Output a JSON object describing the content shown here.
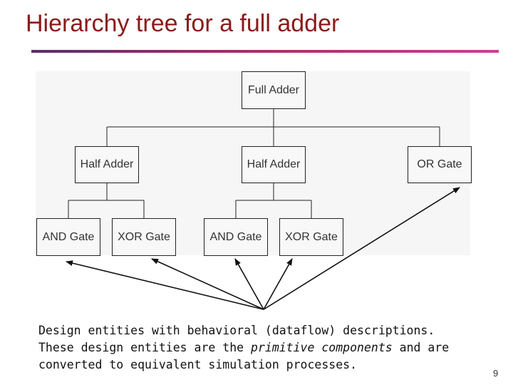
{
  "slide": {
    "title": "Hierarchy tree for a full adder",
    "page_number": "9",
    "accent_colors": {
      "title": "#8b1a1a",
      "rule_start": "#5b2c6f",
      "rule_end": "#cc3d9a"
    }
  },
  "tree": {
    "root": "Full Adder",
    "level1": [
      "Half Adder",
      "Half Adder",
      "OR Gate"
    ],
    "level2": [
      "AND Gate",
      "XOR Gate",
      "AND Gate",
      "XOR Gate"
    ]
  },
  "caption": {
    "line1": "Design entities with behavioral (dataflow) descriptions.",
    "line2_before": "These design entities are the ",
    "line2_emphasis": "primitive components",
    "line2_after": " and are",
    "line3": "converted to equivalent simulation processes."
  }
}
